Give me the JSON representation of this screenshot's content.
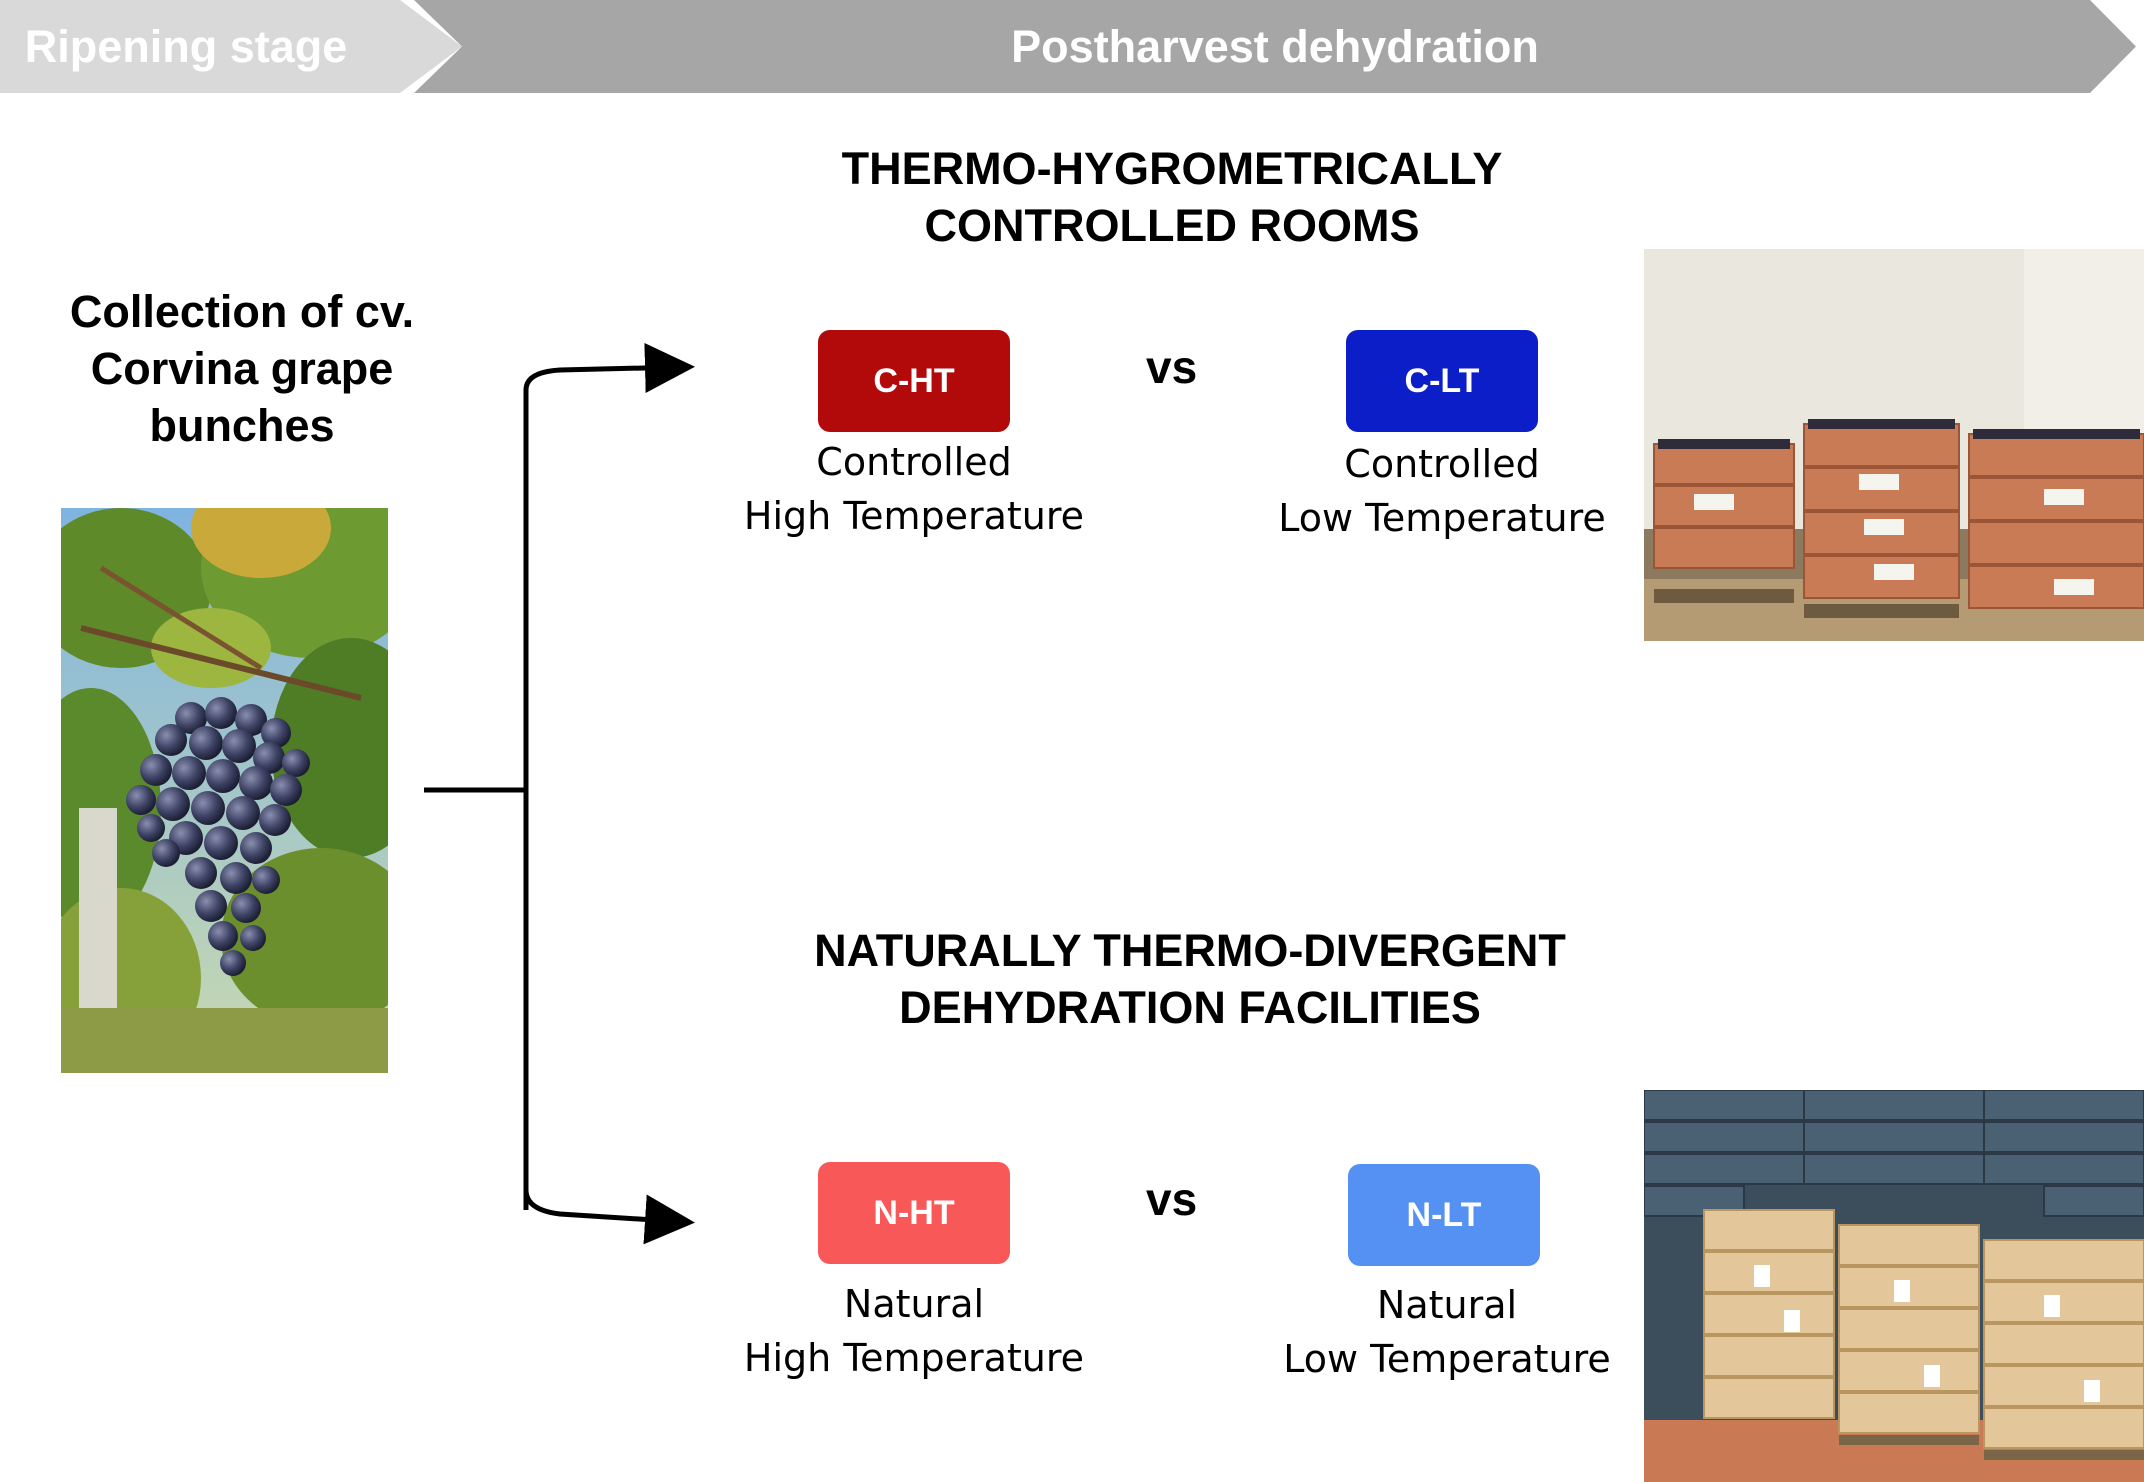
{
  "header": {
    "ripening_label": "Ripening stage",
    "dehydration_label": "Postharvest dehydration"
  },
  "collection": {
    "title_line1": "Collection of cv.",
    "title_line2": "Corvina grape",
    "title_line3": "bunches"
  },
  "controlled": {
    "title_line1": "THERMO-HYGROMETRICALLY",
    "title_line2": "CONTROLLED ROOMS",
    "vs": "vs",
    "ht": {
      "code": "C-HT",
      "line1": "Controlled",
      "line2": "High Temperature",
      "color": "#b20a0a"
    },
    "lt": {
      "code": "C-LT",
      "line1": "Controlled",
      "line2": "Low Temperature",
      "color": "#0c1ec8"
    }
  },
  "natural": {
    "title_line1": "NATURALLY THERMO-DIVERGENT",
    "title_line2": "DEHYDRATION FACILITIES",
    "vs": "vs",
    "ht": {
      "code": "N-HT",
      "line1": "Natural",
      "line2": "High Temperature",
      "color": "#f85858"
    },
    "lt": {
      "code": "N-LT",
      "line1": "Natural",
      "line2": "Low Temperature",
      "color": "#5591f2"
    }
  }
}
